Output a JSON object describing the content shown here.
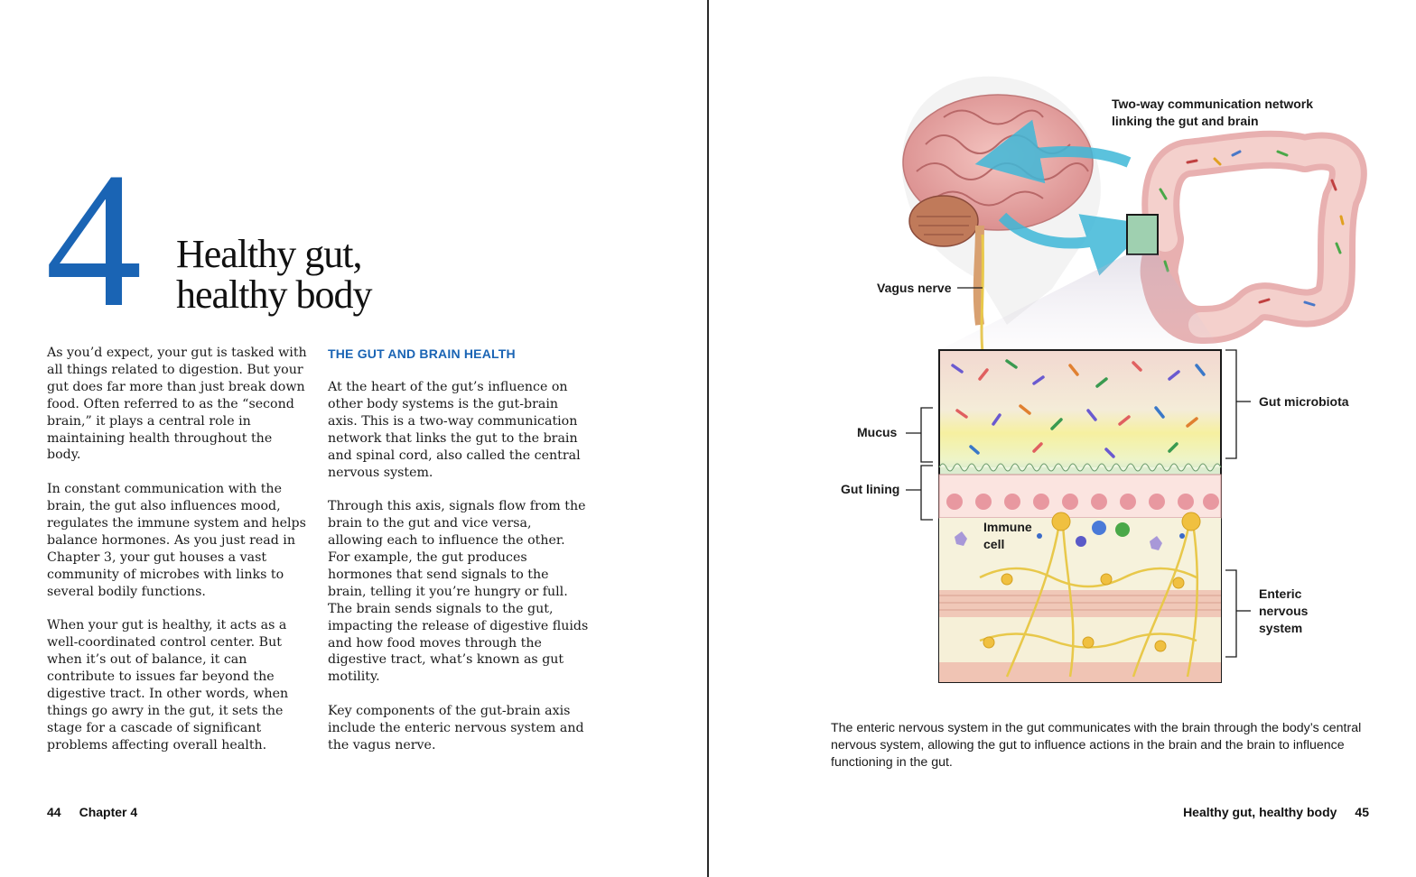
{
  "left_page": {
    "chapter_number": "4",
    "title_line1": "Healthy gut,",
    "title_line2": "healthy body",
    "col1_paragraphs": [
      "As you’d expect, your gut is tasked with all things related to digestion. But your gut does far more than just break down food. Often referred to as the “second brain,” it plays a central role in maintain­ing health throughout the body.",
      "In constant communication with the brain, the gut also influences mood, regulates the immune system and helps balance hormones. As you just read in Chapter 3, your gut houses a vast commu­nity of microbes with links to several bodily functions.",
      "When your gut is healthy, it acts as a well-coordinated control center. But when it’s out of balance, it can contribute to issues far beyond the digestive tract. In other words, when things go awry in the gut, it sets the stage for a cascade of significant problems affecting overall health."
    ],
    "section_heading": "THE GUT AND BRAIN HEALTH",
    "col2_paragraphs": [
      "At the heart of the gut’s influence on other body systems is the gut-brain axis. This is a two-way communication net­work that links the gut to the brain and spinal cord, also called the central nervous system.",
      "Through this axis, signals flow from the brain to the gut and vice versa, allowing each to influence the other. For example, the gut produces hormones that send signals to the brain, telling it you’re hungry or full. The brain sends signals to the gut, impacting the release of digestive fluids and how food moves through the digestive tract, what’s known as gut motility.",
      "Key components of the gut-brain axis include the enteric nervous system and the vagus nerve."
    ],
    "folio_number": "44",
    "folio_text": "Chapter 4"
  },
  "right_page": {
    "figure_labels": {
      "network_line1": "Two-way communication network",
      "network_line2": "linking the gut and brain",
      "vagus": "Vagus nerve",
      "mucus": "Mucus",
      "gut_lining": "Gut lining",
      "immune_line1": "Immune",
      "immune_line2": "cell",
      "microbiota": "Gut microbiota",
      "ens_line1": "Enteric",
      "ens_line2": "nervous",
      "ens_line3": "system"
    },
    "caption": "The enteric nervous system in the gut communicates with the brain through the body’s central nervous system, allowing the gut to influence actions in the brain and the brain to influence functioning in the gut.",
    "folio_text": "Healthy gut, healthy body",
    "folio_number": "45"
  },
  "colors": {
    "accent_blue": "#1a64b4",
    "arrow_cyan": "#3fb8d8",
    "brain_pink": "#e8a8a8",
    "intestine_pink": "#f0c0bc",
    "nerve_yellow": "#e8c84a"
  }
}
